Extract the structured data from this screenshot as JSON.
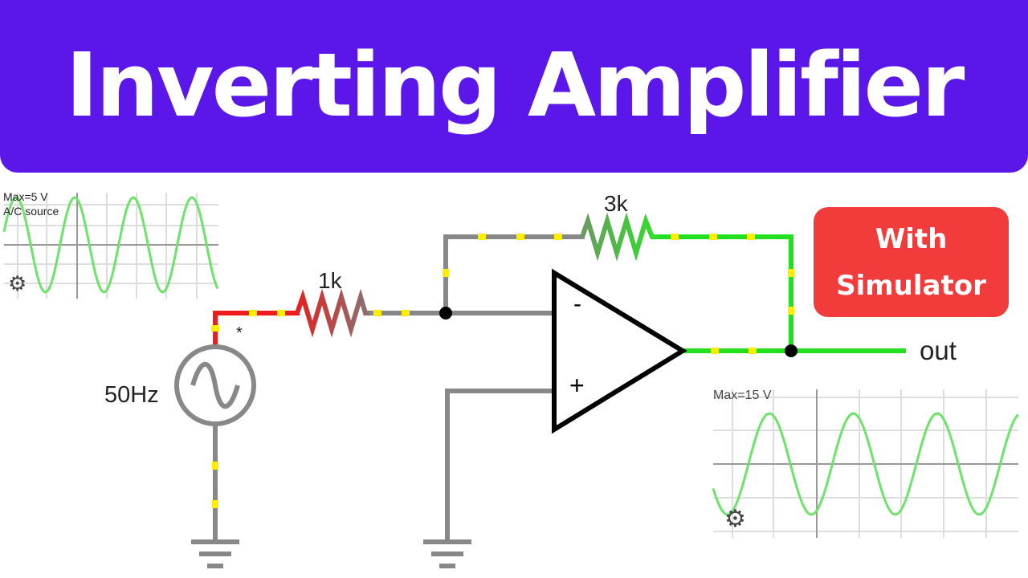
{
  "title": "Inverting Amplifier",
  "badge": {
    "line1": "With",
    "line2": "Simulator"
  },
  "input_scope": {
    "max_label": "Max=5 V",
    "name": "A/C source",
    "icon": "gear-icon"
  },
  "output_scope": {
    "max_label": "Max=15 V",
    "icon": "gear-icon"
  },
  "components": {
    "input_resistor": "1k",
    "feedback_resistor": "3k",
    "source_frequency": "50Hz",
    "output_label": "out",
    "minus_sign": "-",
    "plus_sign": "+",
    "marker": "*"
  },
  "colors": {
    "banner": "#5b17ea",
    "badge": "#f23b3b",
    "wire_gray": "#888888",
    "wire_red": "#ee1c1c",
    "wire_green": "#22e01e",
    "current_dot": "#ffee00"
  }
}
